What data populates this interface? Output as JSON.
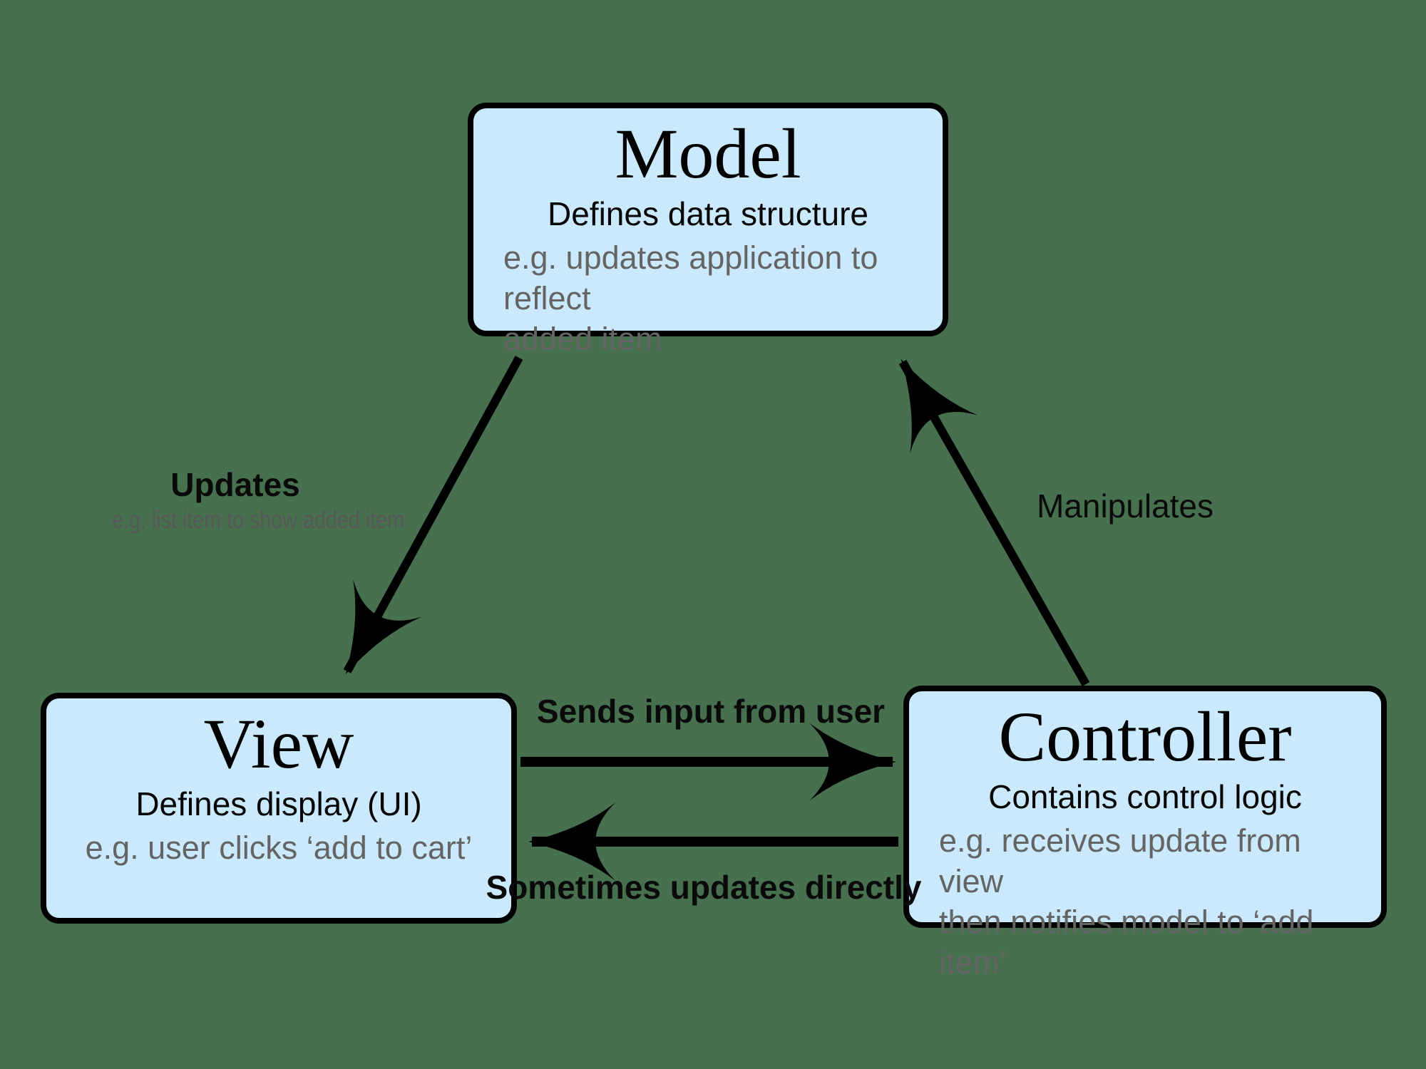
{
  "colors": {
    "background": "#47714e",
    "box_fill": "#cbe9fc",
    "box_border": "#000000",
    "arrow": "#000000",
    "gray_text": "#646464"
  },
  "nodes": {
    "model": {
      "title": "Model",
      "subtitle": "Defines data structure",
      "example_line1": "e.g. updates application to reflect",
      "example_line2": "added item"
    },
    "view": {
      "title": "View",
      "subtitle": "Defines display (UI)",
      "example_line1": "e.g. user clicks ‘add to cart’"
    },
    "controller": {
      "title": "Controller",
      "subtitle": "Contains control logic",
      "example_line1": "e.g. receives update from view",
      "example_line2": "then notifies model to ‘add item’"
    }
  },
  "edges": {
    "model_to_view": {
      "label": "Updates",
      "sublabel": "e.g. list item to show added item"
    },
    "controller_to_model": {
      "label": "Manipulates"
    },
    "view_to_controller": {
      "label": "Sends input from user"
    },
    "controller_to_view": {
      "label": "Sometimes updates directly"
    }
  }
}
